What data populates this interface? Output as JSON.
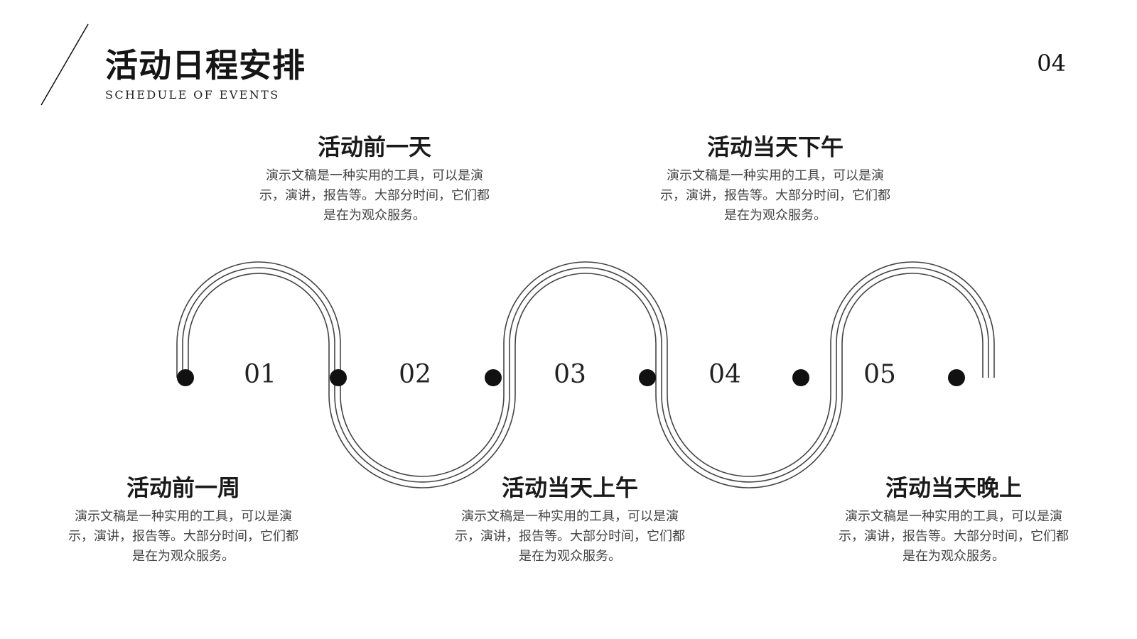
{
  "header": {
    "title": "活动日程安排",
    "subtitle": "SCHEDULE OF EVENTS",
    "page_number": "04"
  },
  "steps": [
    "01",
    "02",
    "03",
    "04",
    "05"
  ],
  "events": [
    {
      "title": "活动前一周",
      "description": "演示文稿是一种实用的工具，可以是演示，演讲，报告等。大部分时间，它们都是在为观众服务。"
    },
    {
      "title": "活动前一天",
      "description": "演示文稿是一种实用的工具，可以是演示，演讲，报告等。大部分时间，它们都是在为观众服务。"
    },
    {
      "title": "活动当天上午",
      "description": "演示文稿是一种实用的工具，可以是演示，演讲，报告等。大部分时间，它们都是在为观众服务。"
    },
    {
      "title": "活动当天下午",
      "description": "演示文稿是一种实用的工具，可以是演示，演讲，报告等。大部分时间，它们都是在为观众服务。"
    },
    {
      "title": "活动当天晚上",
      "description": "演示文稿是一种实用的工具，可以是演示，演讲，报告等。大部分时间，它们都是在为观众服务。"
    }
  ],
  "colors": {
    "line": "#444444",
    "dot": "#111111",
    "background": "#ffffff"
  }
}
